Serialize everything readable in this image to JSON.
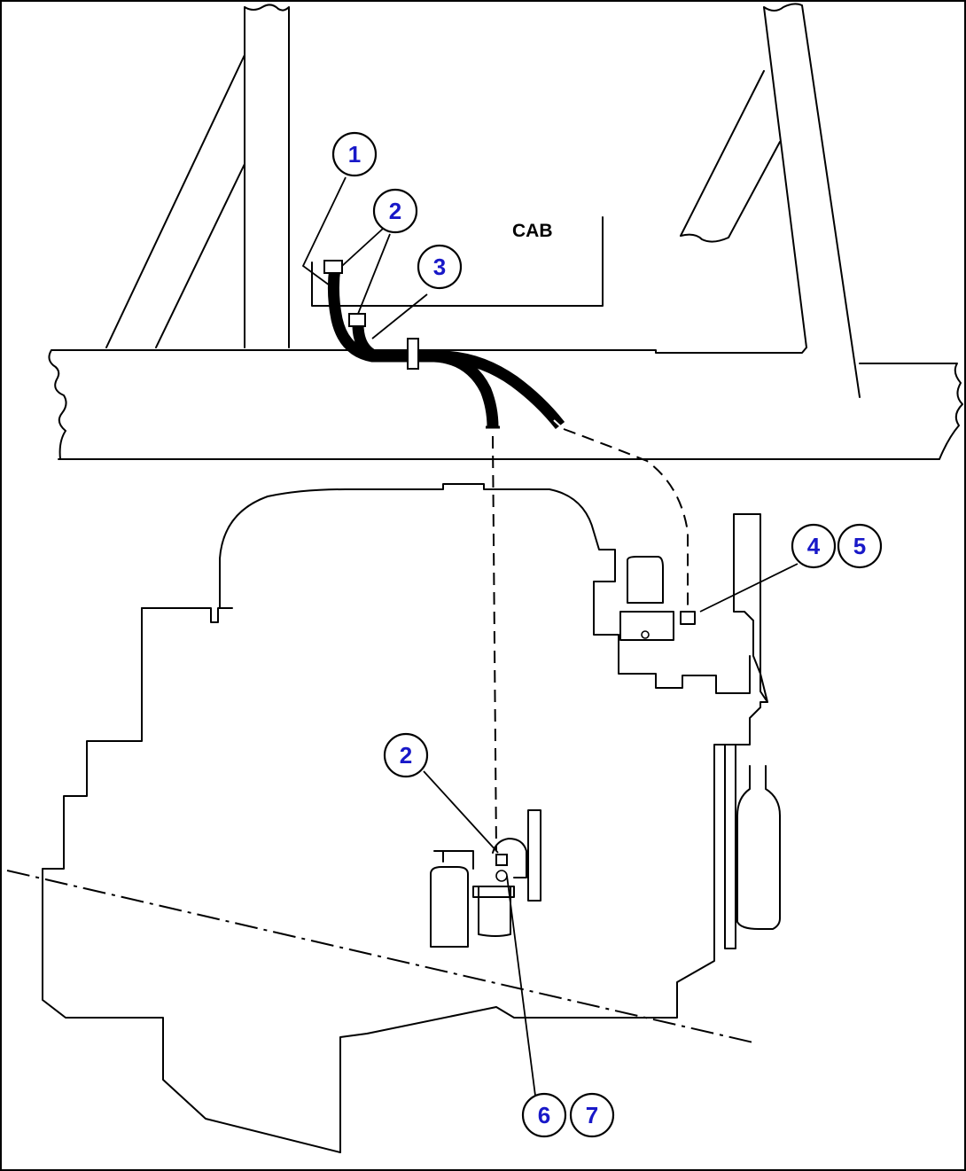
{
  "diagram": {
    "cab_label": "CAB",
    "callouts": [
      {
        "id": "c1",
        "label": "1"
      },
      {
        "id": "c2a",
        "label": "2"
      },
      {
        "id": "c3",
        "label": "3"
      },
      {
        "id": "c4",
        "label": "4"
      },
      {
        "id": "c5",
        "label": "5"
      },
      {
        "id": "c2b",
        "label": "2"
      },
      {
        "id": "c6",
        "label": "6"
      },
      {
        "id": "c7",
        "label": "7"
      }
    ],
    "colors": {
      "callout_text": "#1818c8",
      "line": "#000000",
      "background": "#ffffff"
    }
  }
}
